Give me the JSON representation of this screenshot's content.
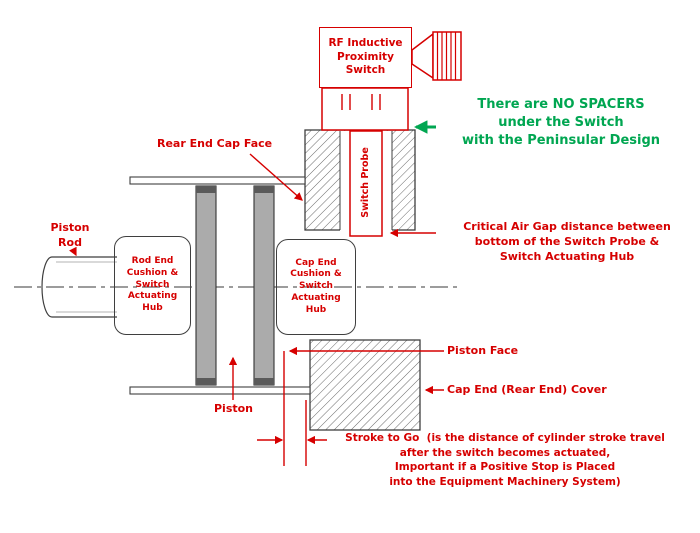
{
  "colors": {
    "red": "#d60000",
    "green": "#00a651"
  },
  "labels": {
    "rf_switch": "RF Inductive\nProximity\nSwitch",
    "no_spacers": "There are NO SPACERS\nunder the Switch\nwith the Peninsular Design",
    "rear_end_cap_face": "Rear End Cap Face",
    "switch_probe": "Switch Probe",
    "piston_rod": "Piston\nRod",
    "rod_end_hub": "Rod End\nCushion &\nSwitch\nActuating\nHub",
    "cap_end_hub": "Cap End\nCushion &\nSwitch\nActuating\nHub",
    "critical_air_gap": "Critical Air Gap distance between\nbottom of the Switch Probe &\nSwitch Actuating Hub",
    "piston_face": "Piston Face",
    "piston": "Piston",
    "cap_end_cover": "Cap End (Rear End) Cover",
    "stroke_to_go": "Stroke to Go  (is the distance of cylinder stroke travel\nafter the switch becomes actuated,\nImportant if a Positive Stop is Placed\ninto the Equipment Machinery System)"
  }
}
